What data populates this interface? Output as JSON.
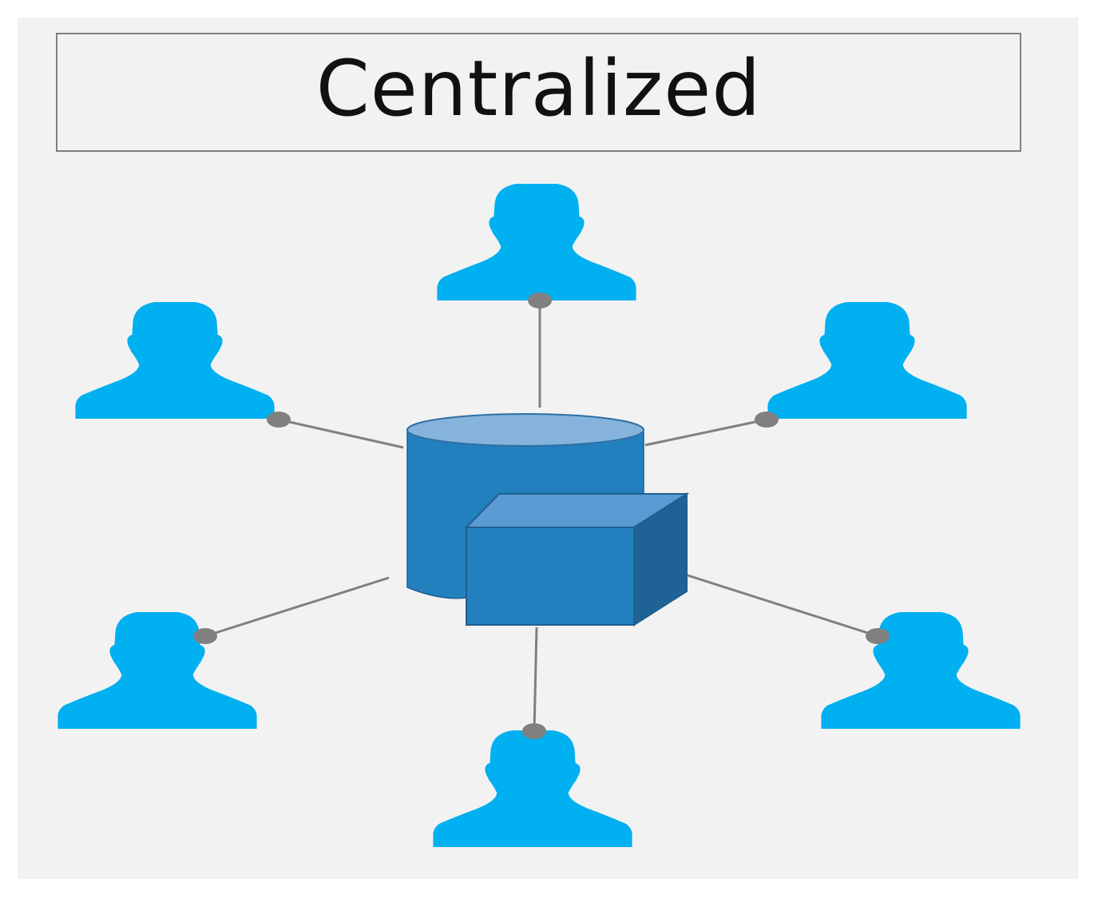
{
  "diagram": {
    "title": "Centralized",
    "colors": {
      "background": "#f2f2f2",
      "user": "#00b0f0",
      "connector": "#808080",
      "cylinder_body": "#2380bf",
      "cylinder_top": "#85b3db",
      "cube_front": "#2380bf",
      "cube_top": "#5b9bd3",
      "cube_side": "#1f6396"
    },
    "hub": {
      "icon": "database-server-icon"
    },
    "users": [
      {
        "id": "top",
        "icon": "user-icon"
      },
      {
        "id": "upper-left",
        "icon": "user-icon"
      },
      {
        "id": "upper-right",
        "icon": "user-icon"
      },
      {
        "id": "lower-left",
        "icon": "user-icon"
      },
      {
        "id": "lower-right",
        "icon": "user-icon"
      },
      {
        "id": "bottom",
        "icon": "user-icon"
      }
    ]
  }
}
